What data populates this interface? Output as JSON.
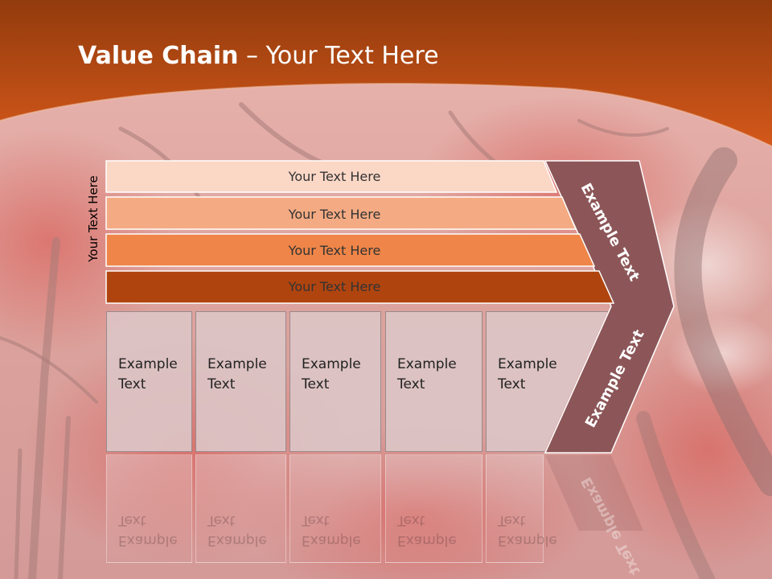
{
  "slide": {
    "title_bold": "Value Chain",
    "title_rest": " – Your Text Here",
    "side_label": "Your Text Here",
    "bars": [
      {
        "label": "Your Text Here",
        "color": "#fbd7c6",
        "text_color": "#333333"
      },
      {
        "label": "Your Text Here",
        "color": "#f4ab83",
        "text_color": "#333333"
      },
      {
        "label": "Your Text Here",
        "color": "#ef8548",
        "text_color": "#333333"
      },
      {
        "label": "Your Text Here",
        "color": "#b0440f",
        "text_color": "#ffffff"
      }
    ],
    "chevron_top": "Example Text",
    "chevron_bottom": "Example Text",
    "chevron_color": "#8c5658",
    "boxes": [
      {
        "line1": "Example",
        "line2": "Text"
      },
      {
        "line1": "Example",
        "line2": "Text"
      },
      {
        "line1": "Example",
        "line2": "Text"
      },
      {
        "line1": "Example",
        "line2": "Text"
      },
      {
        "line1": "Example",
        "line2": "Text"
      }
    ],
    "header_color": "#c84f18"
  }
}
